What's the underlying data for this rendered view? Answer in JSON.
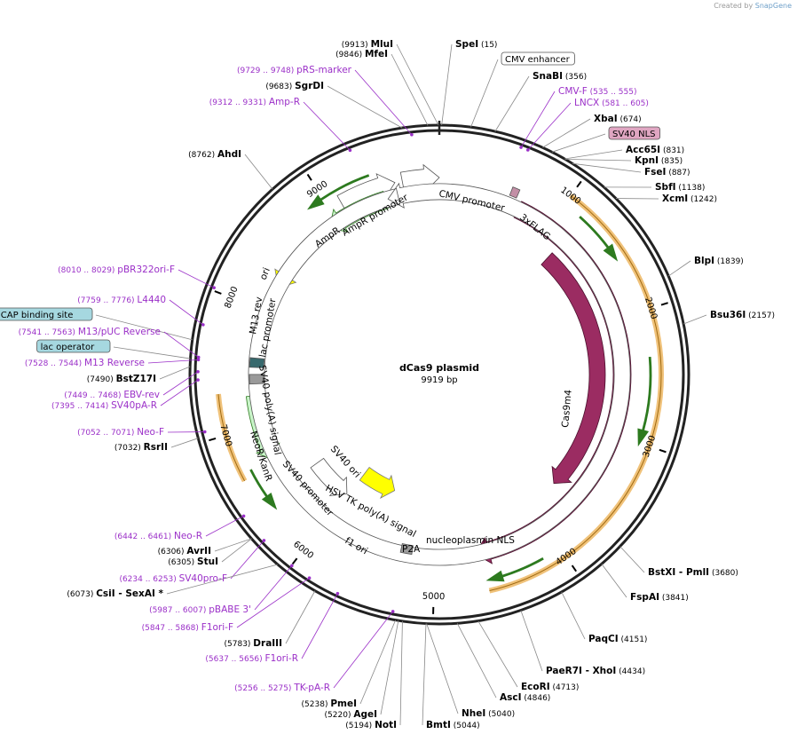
{
  "brand": {
    "created_by": "Created by",
    "product": "SnapGene"
  },
  "plasmid": {
    "name": "dCas9 plasmid",
    "length": "9919 bp",
    "length_bp": 9919
  },
  "colors": {
    "backbone": "#222222",
    "enzyme": "#000000",
    "primer": "#9b30c8",
    "purple_feature": "#9b2c62",
    "green_feature": "#c9f5c9",
    "yellow_feature": "#ffff00",
    "orange_highlight": "#f0c27a",
    "aqua_feature": "#a6d8e0"
  },
  "ticks": [
    {
      "label": "1000",
      "bp": 1000
    },
    {
      "label": "2000",
      "bp": 2000
    },
    {
      "label": "3000",
      "bp": 3000
    },
    {
      "label": "4000",
      "bp": 4000
    },
    {
      "label": "5000",
      "bp": 5000
    },
    {
      "label": "6000",
      "bp": 6000
    },
    {
      "label": "7000",
      "bp": 7000
    },
    {
      "label": "8000",
      "bp": 8000
    },
    {
      "label": "9000",
      "bp": 9000
    }
  ],
  "labels": [
    {
      "id": "mlui",
      "text": "MluI",
      "pos": "(9913)",
      "kind": "enzyme",
      "bp": 9913
    },
    {
      "id": "spei",
      "text": "SpeI",
      "pos": "(15)",
      "kind": "enzyme",
      "bp": 15
    },
    {
      "id": "mfei",
      "text": "MfeI",
      "pos": "(9846)",
      "kind": "enzyme",
      "bp": 9846
    },
    {
      "id": "cmv-enhancer",
      "text": "CMV enhancer",
      "pos": "",
      "kind": "boxed",
      "bp": 200
    },
    {
      "id": "prs-marker",
      "text": "pRS-marker",
      "pos": "(9729 .. 9748)",
      "kind": "primer",
      "bp": 9738
    },
    {
      "id": "snabi",
      "text": "SnaBI",
      "pos": "(356)",
      "kind": "enzyme",
      "bp": 356
    },
    {
      "id": "sgrdi",
      "text": "SgrDI",
      "pos": "(9683)",
      "kind": "enzyme",
      "bp": 9683
    },
    {
      "id": "cmv-f",
      "text": "CMV-F",
      "pos": "(535 .. 555)",
      "kind": "primer",
      "bp": 545
    },
    {
      "id": "lncx",
      "text": "LNCX",
      "pos": "(581 .. 605)",
      "kind": "primer",
      "bp": 593
    },
    {
      "id": "amp-r",
      "text": "Amp-R",
      "pos": "(9312 .. 9331)",
      "kind": "primer",
      "bp": 9321
    },
    {
      "id": "xbai",
      "text": "XbaI",
      "pos": "(674)",
      "kind": "enzyme",
      "bp": 674
    },
    {
      "id": "sv40-nls",
      "text": "SV40 NLS",
      "pos": "",
      "kind": "boxed-pink",
      "bp": 740
    },
    {
      "id": "ahdi",
      "text": "AhdI",
      "pos": "(8762)",
      "kind": "enzyme",
      "bp": 8762
    },
    {
      "id": "acc65i",
      "text": "Acc65I",
      "pos": "(831)",
      "kind": "enzyme",
      "bp": 831
    },
    {
      "id": "kpni",
      "text": "KpnI",
      "pos": "(835)",
      "kind": "enzyme",
      "bp": 835
    },
    {
      "id": "fsei",
      "text": "FseI",
      "pos": "(887)",
      "kind": "enzyme",
      "bp": 887
    },
    {
      "id": "sbfi",
      "text": "SbfI",
      "pos": "(1138)",
      "kind": "enzyme",
      "bp": 1138
    },
    {
      "id": "xcmi",
      "text": "XcmI",
      "pos": "(1242)",
      "kind": "enzyme",
      "bp": 1242
    },
    {
      "id": "blpi",
      "text": "BlpI",
      "pos": "(1839)",
      "kind": "enzyme",
      "bp": 1839
    },
    {
      "id": "pbr322ori-f",
      "text": "pBR322ori-F",
      "pos": "(8010 .. 8029)",
      "kind": "primer",
      "bp": 8020
    },
    {
      "id": "bsu36i",
      "text": "Bsu36I",
      "pos": "(2157)",
      "kind": "enzyme",
      "bp": 2157
    },
    {
      "id": "l4440",
      "text": "L4440",
      "pos": "(7759 .. 7776)",
      "kind": "primer",
      "bp": 7767
    },
    {
      "id": "cap-binding-site",
      "text": "CAP binding site",
      "pos": "",
      "kind": "boxed-aqua",
      "bp": 7660
    },
    {
      "id": "m13-puc-reverse",
      "text": "M13/pUC Reverse",
      "pos": "(7541 .. 7563)",
      "kind": "primer",
      "bp": 7552
    },
    {
      "id": "lac-operator",
      "text": "lac operator",
      "pos": "",
      "kind": "boxed-aqua",
      "bp": 7540
    },
    {
      "id": "m13-reverse",
      "text": "M13 Reverse",
      "pos": "(7528 .. 7544)",
      "kind": "primer",
      "bp": 7536
    },
    {
      "id": "bstz17i",
      "text": "BstZ17I",
      "pos": "(7490)",
      "kind": "enzyme",
      "bp": 7490
    },
    {
      "id": "ebv-rev",
      "text": "EBV-rev",
      "pos": "(7449 .. 7468)",
      "kind": "primer",
      "bp": 7458
    },
    {
      "id": "sv40pa-r",
      "text": "SV40pA-R",
      "pos": "(7395 .. 7414)",
      "kind": "primer",
      "bp": 7404
    },
    {
      "id": "neo-f",
      "text": "Neo-F",
      "pos": "(7052 .. 7071)",
      "kind": "primer",
      "bp": 7061
    },
    {
      "id": "rsrii",
      "text": "RsrII",
      "pos": "(7032)",
      "kind": "enzyme",
      "bp": 7032
    },
    {
      "id": "neo-r",
      "text": "Neo-R",
      "pos": "(6442 .. 6461)",
      "kind": "primer",
      "bp": 6451
    },
    {
      "id": "avrii",
      "text": "AvrII",
      "pos": "(6306)",
      "kind": "enzyme",
      "bp": 6306
    },
    {
      "id": "stui",
      "text": "StuI",
      "pos": "(6305)",
      "kind": "enzyme",
      "bp": 6305
    },
    {
      "id": "sv40pro-f",
      "text": "SV40pro-F",
      "pos": "(6234 .. 6253)",
      "kind": "primer",
      "bp": 6243
    },
    {
      "id": "csii-sexai",
      "text": "CsiI",
      "text2": "SexAI *",
      "pos": "(6073)",
      "kind": "enzyme",
      "bp": 6073
    },
    {
      "id": "pbabe-3",
      "text": "pBABE 3'",
      "pos": "(5987 .. 6007)",
      "kind": "primer",
      "bp": 5997
    },
    {
      "id": "f1ori-f",
      "text": "F1ori-F",
      "pos": "(5847 .. 5868)",
      "kind": "primer",
      "bp": 5857
    },
    {
      "id": "draiii",
      "text": "DraIII",
      "pos": "(5783)",
      "kind": "enzyme",
      "bp": 5783
    },
    {
      "id": "f1ori-r",
      "text": "F1ori-R",
      "pos": "(5637 .. 5656)",
      "kind": "primer",
      "bp": 5646
    },
    {
      "id": "tk-pa-r",
      "text": "TK-pA-R",
      "pos": "(5256 .. 5275)",
      "kind": "primer",
      "bp": 5265
    },
    {
      "id": "pmei",
      "text": "PmeI",
      "pos": "(5238)",
      "kind": "enzyme",
      "bp": 5238
    },
    {
      "id": "agei",
      "text": "AgeI",
      "pos": "(5220)",
      "kind": "enzyme",
      "bp": 5220
    },
    {
      "id": "noti",
      "text": "NotI",
      "pos": "(5194)",
      "kind": "enzyme",
      "bp": 5194
    },
    {
      "id": "bmti",
      "text": "BmtI",
      "pos": "(5044)",
      "kind": "enzyme",
      "bp": 5044
    },
    {
      "id": "nhei",
      "text": "NheI",
      "pos": "(5040)",
      "kind": "enzyme",
      "bp": 5040
    },
    {
      "id": "asci",
      "text": "AscI",
      "pos": "(4846)",
      "kind": "enzyme",
      "bp": 4846
    },
    {
      "id": "ecori",
      "text": "EcoRI",
      "pos": "(4713)",
      "kind": "enzyme",
      "bp": 4713
    },
    {
      "id": "paer7i-xhoi",
      "text": "PaeR7I",
      "text2": "XhoI",
      "pos": "(4434)",
      "kind": "enzyme",
      "bp": 4434
    },
    {
      "id": "paqci",
      "text": "PaqCI",
      "pos": "(4151)",
      "kind": "enzyme",
      "bp": 4151
    },
    {
      "id": "fspai",
      "text": "FspAI",
      "pos": "(3841)",
      "kind": "enzyme",
      "bp": 3841
    },
    {
      "id": "bstxi-pmli",
      "text": "BstXI",
      "text2": "PmlI",
      "pos": "(3680)",
      "kind": "enzyme",
      "bp": 3680
    }
  ],
  "features": {
    "cmv_promoter": "CMV promoter",
    "three_flag": "3xFLAG",
    "cas9m4": "Cas9m4",
    "cas9": "Cas9",
    "nucleoplasmin_nls": "nucleoplasmin NLS",
    "p2a": "P2A",
    "hsv_tk_polya": "HSV TK poly(A) signal",
    "f1_ori": "f1 ori",
    "sv40_promoter": "SV40 promoter",
    "sv40_ori": "SV40 ori",
    "neor_kanr": "NeoR/KanR",
    "sv40_polya": "SV40 poly(A) signal",
    "m13_rev": "M13 rev",
    "lac_promoter": "lac promoter",
    "ori": "ori",
    "ampr": "AmpR",
    "ampr_promoter": "AmpR promoter"
  }
}
